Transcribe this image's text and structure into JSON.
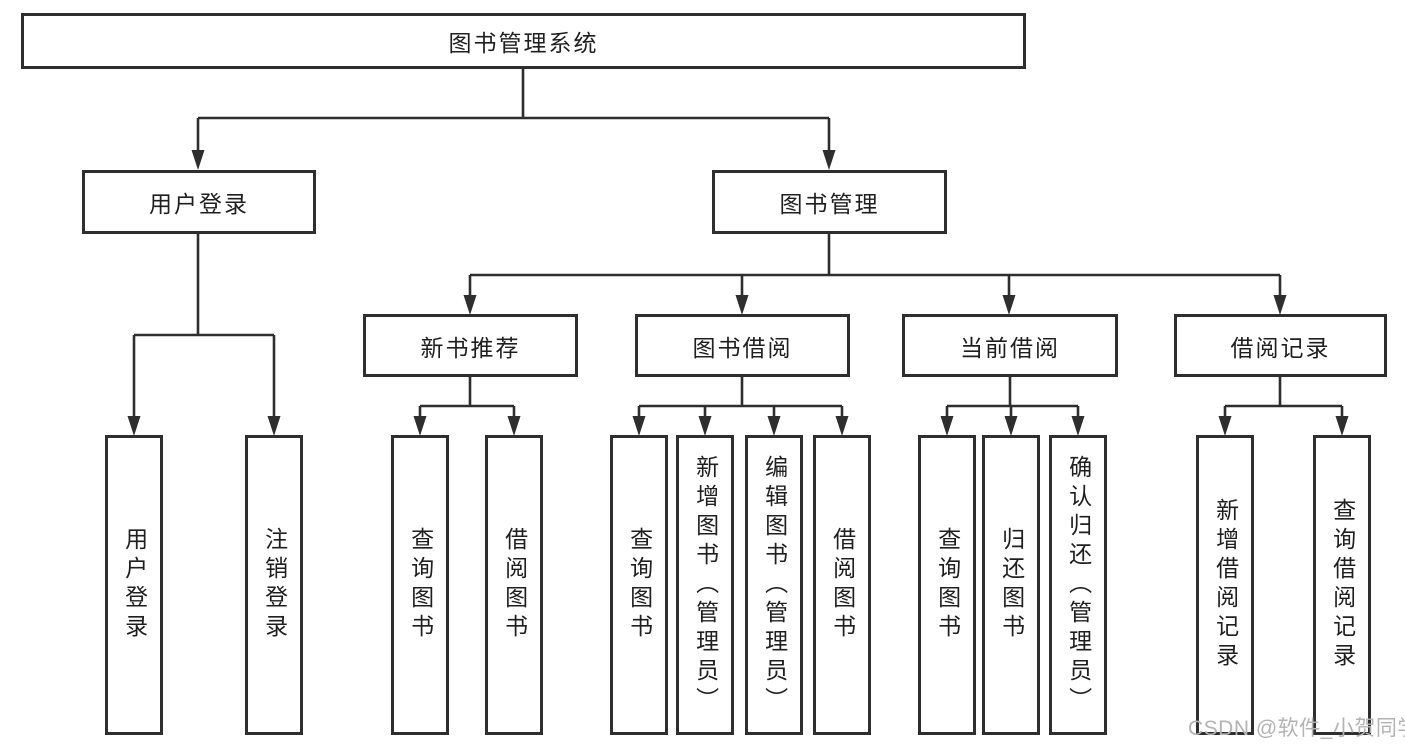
{
  "tree": {
    "root": {
      "label": "图书管理系统"
    },
    "level2": [
      {
        "label": "用户登录"
      },
      {
        "label": "图书管理"
      }
    ],
    "level3": [
      {
        "label": "新书推荐"
      },
      {
        "label": "图书借阅"
      },
      {
        "label": "当前借阅"
      },
      {
        "label": "借阅记录"
      }
    ],
    "leaves": [
      {
        "label": "用户登录",
        "parent": "用户登录"
      },
      {
        "label": "注销登录",
        "parent": "用户登录"
      },
      {
        "label": "查询图书",
        "parent": "新书推荐"
      },
      {
        "label": "借阅图书",
        "parent": "新书推荐"
      },
      {
        "label": "查询图书",
        "parent": "图书借阅"
      },
      {
        "label": "新增图书（管理员）",
        "parent": "图书借阅"
      },
      {
        "label": "编辑图书（管理员）",
        "parent": "图书借阅"
      },
      {
        "label": "借阅图书",
        "parent": "图书借阅"
      },
      {
        "label": "查询图书",
        "parent": "当前借阅"
      },
      {
        "label": "归还图书",
        "parent": "当前借阅"
      },
      {
        "label": "确认归还（管理员）",
        "parent": "当前借阅"
      },
      {
        "label": "新增借阅记录",
        "parent": "借阅记录"
      },
      {
        "label": "查询借阅记录",
        "parent": "借阅记录"
      }
    ]
  },
  "watermark": {
    "text": "CSDN @软件_小贺同学"
  },
  "colors": {
    "line": "#2e2e2e",
    "text": "#1f1f1f",
    "watermark": "#b3b3b3",
    "background": "#ffffff"
  }
}
